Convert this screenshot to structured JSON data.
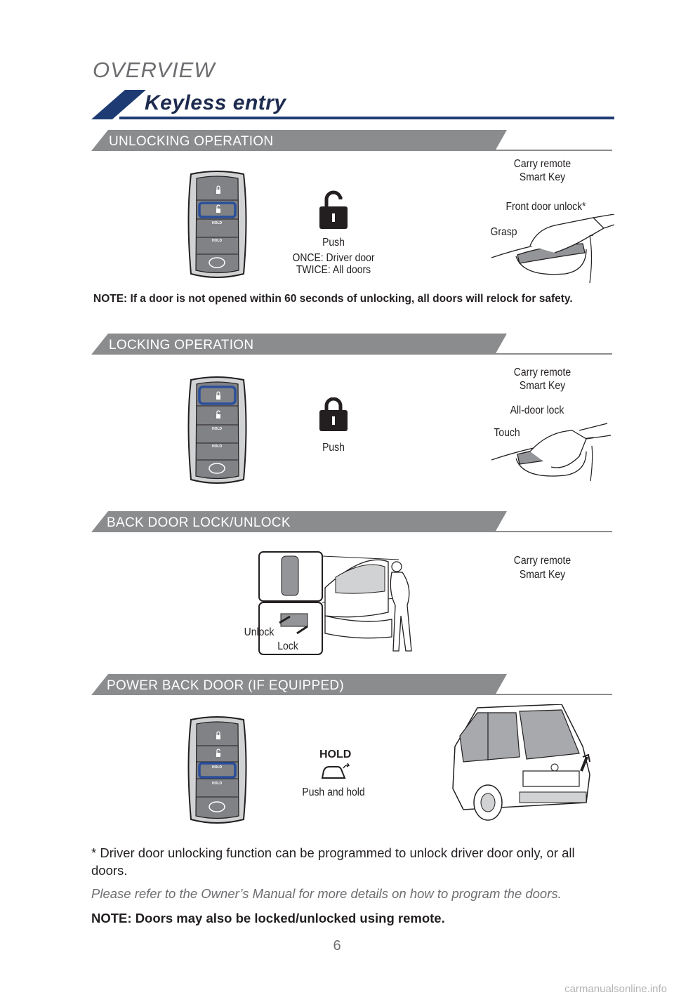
{
  "header": {
    "overview": "OVERVIEW",
    "title": "Keyless entry"
  },
  "sections": {
    "unlocking": {
      "heading": "UNLOCKING OPERATION",
      "push": "Push",
      "once": "ONCE: Driver door",
      "twice": "TWICE: All doors",
      "carry1": "Carry remote",
      "carry2": "Smart Key",
      "front_door": "Front door unlock*",
      "grasp": "Grasp",
      "note": "NOTE: If a door is not opened within 60 seconds of unlocking, all doors will relock for safety."
    },
    "locking": {
      "heading": "LOCKING OPERATION",
      "push": "Push",
      "carry1": "Carry remote",
      "carry2": "Smart Key",
      "all_door": "All-door lock",
      "touch": "Touch"
    },
    "back_door": {
      "heading": "BACK DOOR LOCK/UNLOCK",
      "carry1": "Carry remote",
      "carry2": "Smart Key",
      "unlock": "Unlock",
      "lock": "Lock"
    },
    "power_back_door": {
      "heading": "POWER BACK DOOR (IF EQUIPPED)",
      "hold": "HOLD",
      "push_hold": "Push and hold"
    }
  },
  "key_fob": {
    "hold_label": "HOLD"
  },
  "footer": {
    "asterisk_note": "* Driver door unlocking function can be programmed to unlock driver door only, or all doors.",
    "refer": "Please refer to the Owner’s Manual for more details on how to program the doors.",
    "note": "NOTE: Doors may also be locked/unlocked using remote.",
    "page": "6",
    "watermark": "carmanualsonline.info"
  },
  "colors": {
    "brand_blue": "#1f3b73",
    "section_gray": "#8a8c8e",
    "highlight": "#2a4f9a"
  }
}
